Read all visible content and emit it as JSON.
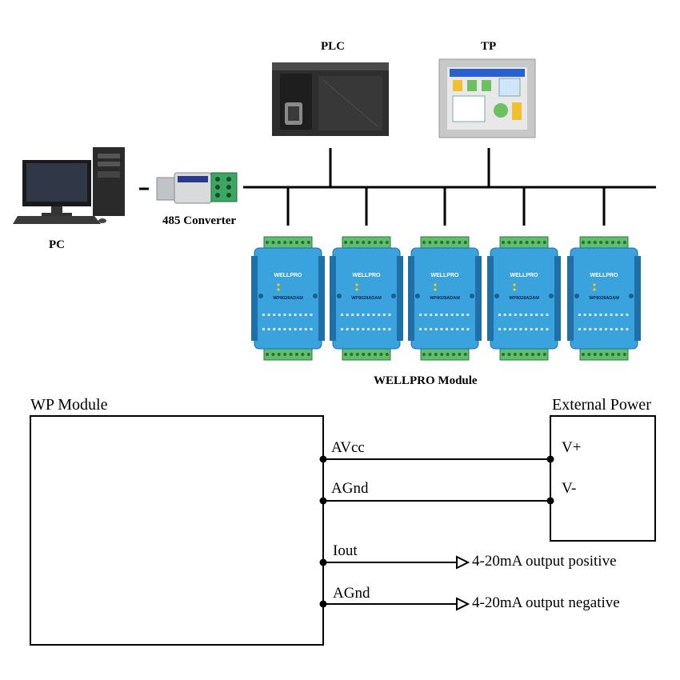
{
  "top_diagram": {
    "plc_label": "PLC",
    "tp_label": "TP",
    "pc_label": "PC",
    "converter_label": "485 Converter",
    "module_group_label": "WELLPRO Module",
    "module_brand": "WELLPRO",
    "module_model": "WP8028ADAM",
    "module_count": 5
  },
  "bottom_diagram": {
    "module_label": "WP Module",
    "power_label": "External Power",
    "pins": {
      "avcc": "AVcc",
      "agnd1": "AGnd",
      "iout": "Iout",
      "agnd2": "AGnd"
    },
    "power_pins": {
      "vplus": "V+",
      "vminus": "V-"
    },
    "outputs": {
      "positive": "4-20mA output positive",
      "negative": "4-20mA output negative"
    }
  },
  "colors": {
    "module_blue": "#3aa2dc",
    "module_dark": "#1f6fa8",
    "terminal_green": "#5cbf6a",
    "plc_body": "#3a3a3a",
    "screen_blue": "#2a5fd0"
  }
}
